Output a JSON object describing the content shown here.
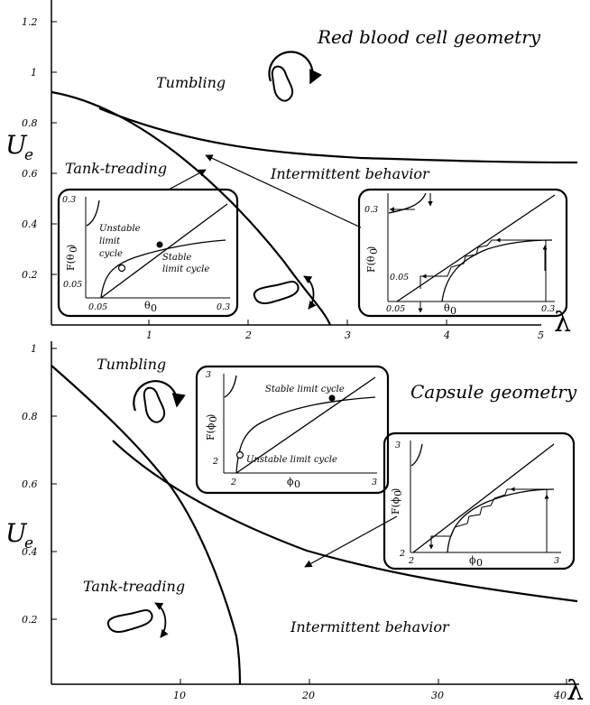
{
  "top_panel": {
    "title": "Red blood cell geometry",
    "y_label_main": "U",
    "y_label_sub": "e",
    "x_label": "λ",
    "y_ticks": [
      "0.2",
      "0.4",
      "0.6",
      "0.8",
      "1",
      "1.2"
    ],
    "x_ticks": [
      "1",
      "2",
      "3",
      "4",
      "5"
    ],
    "regions": {
      "tumbling": "Tumbling",
      "tank_treading": "Tank-treading",
      "intermittent": "Intermittent behavior"
    },
    "inset_left": {
      "y_top_tick": "0.3",
      "y_label": "F(θ",
      "y_label_sub": "0",
      "x_label": "θ",
      "x_label_sub": "0",
      "origin_y": "0.05",
      "origin_x": "0.05",
      "x_end": "0.3",
      "unstable_label": [
        "Unstable",
        "limit",
        "cycle"
      ],
      "stable_label": [
        "Stable",
        "limit cycle"
      ]
    },
    "inset_right": {
      "y_top_tick": "0.3",
      "y_label": "F(θ",
      "y_label_sub": "0",
      "x_label": "θ",
      "x_label_sub": "0",
      "y_mid_tick": "0.05",
      "origin_x": "0.05",
      "x_end": "0.3"
    }
  },
  "bottom_panel": {
    "title": "Capsule geometry",
    "y_label_main": "U",
    "y_label_sub": "e",
    "x_label": "λ",
    "y_ticks": [
      "0.2",
      "0.4",
      "0.6",
      "0.8",
      "1"
    ],
    "x_ticks": [
      "10",
      "20",
      "30",
      "40"
    ],
    "regions": {
      "tumbling": "Tumbling",
      "tank_treading": "Tank-treading",
      "intermittent": "Intermittent behavior"
    },
    "inset_left": {
      "y_top_tick": "3",
      "y_bottom_tick": "2",
      "y_label": "F(ϕ",
      "y_label_sub": "0",
      "x_label": "ϕ",
      "x_label_sub": "0",
      "origin_x": "2",
      "x_end": "3",
      "stable_label": "Stable limit cycle",
      "unstable_label": "Unstable limit cycle"
    },
    "inset_right": {
      "y_top_tick": "3",
      "y_bottom_tick": "2",
      "y_label": "F(ϕ",
      "y_label_sub": "0",
      "x_label": "ϕ",
      "x_label_sub": "0",
      "origin_x": "2",
      "x_end": "3"
    }
  }
}
